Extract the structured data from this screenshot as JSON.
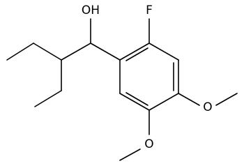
{
  "molecule": {
    "atom_labels": {
      "hydroxyl": "OH",
      "fluorine": "F",
      "methoxy_oxygen_para": "O",
      "methoxy_oxygen_meta": "O"
    },
    "colors": {
      "bond": "#000000",
      "label": "#000000",
      "background": "#ffffff"
    }
  }
}
